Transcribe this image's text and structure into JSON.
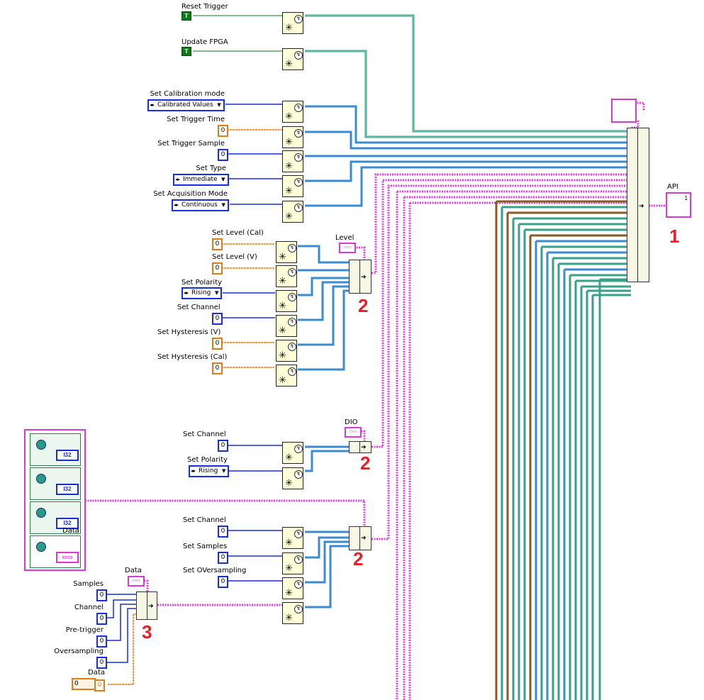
{
  "controls": {
    "reset_trigger": "Reset Trigger",
    "update_fpga": "Update FPGA",
    "bool_glyph": "T",
    "set_calibration_mode": "Set Calibration mode",
    "calibration_value": "Calibrated Values",
    "set_trigger_time": "Set Trigger Time",
    "set_trigger_sample": "Set Trigger Sample",
    "set_type": "Set Type",
    "type_value": "Immediate",
    "set_acquisition_mode": "Set Acquisition Mode",
    "acquisition_value": "Continuous",
    "zero": "0"
  },
  "level_group": {
    "set_level_cal": "Set Level (Cal)",
    "set_level_v": "Set Level (V)",
    "set_polarity": "Set Polarity",
    "polarity_value": "Rising",
    "set_channel": "Set Channel",
    "set_hysteresis_v": "Set Hysteresis (V)",
    "set_hysteresis_cal": "Set Hysteresis (Cal)",
    "cluster_label": "Level"
  },
  "dio_group": {
    "cluster_label": "DIO",
    "set_channel": "Set Channel",
    "set_polarity": "Set Polarity",
    "polarity_value": "Rising"
  },
  "data_group": {
    "set_channel": "Set Channel",
    "set_samples": "Set Samples",
    "set_oversampling": "Set OVersampling"
  },
  "data_bundle": {
    "cluster_label": "Data",
    "samples": "Samples",
    "channel": "Channel",
    "pre_trigger": "Pre-trigger",
    "oversampling": "Oversampling",
    "data": "Data",
    "i32": "I32"
  },
  "api": {
    "label": "API",
    "index": "1"
  },
  "callouts": {
    "n1": "1",
    "n2a": "2",
    "n2b": "2",
    "n2c": "2",
    "n3": "3"
  },
  "panel": {
    "data_label": "Data",
    "i32": "I32"
  }
}
